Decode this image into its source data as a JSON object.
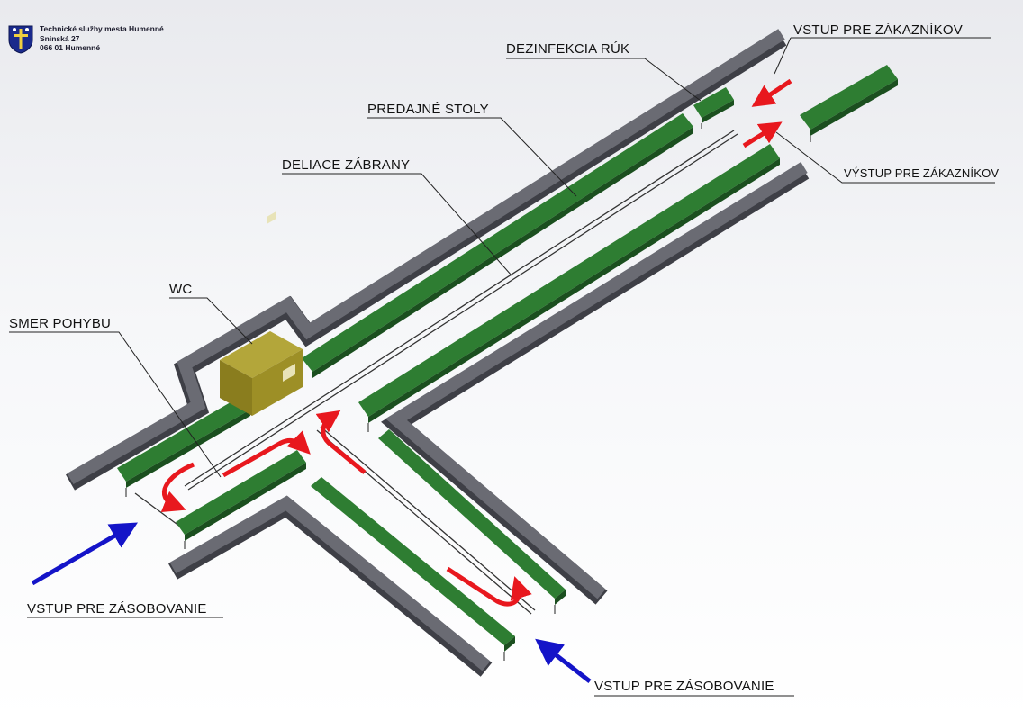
{
  "organization": {
    "name": "Technické služby mesta Humenné",
    "street": "Sninská 27",
    "city": "066 01 Humenné"
  },
  "labels": {
    "entrance_customers": "VSTUP PRE ZÁKAZNÍKOV",
    "hand_disinfection": "DEZINFEKCIA RÚK",
    "sales_tables": "PREDAJNÉ STOLY",
    "exit_customers": "VÝSTUP PRE ZÁKAZNÍKOV",
    "dividing_barriers": "DELIACE ZÁBRANY",
    "wc": "WC",
    "movement_direction": "SMER POHYBU",
    "supply_entrance_left": "VSTUP PRE ZÁSOBOVANIE",
    "supply_entrance_bottom": "VSTUP PRE ZÁSOBOVANIE"
  },
  "colors": {
    "table_top": "#2e7d32",
    "wall": "#5f6068",
    "wc_box": "#8a7d1e",
    "flow_arrow": "#e8181e",
    "supply_arrow": "#1414c8"
  },
  "icons": [
    "coat-of-arms-icon"
  ]
}
